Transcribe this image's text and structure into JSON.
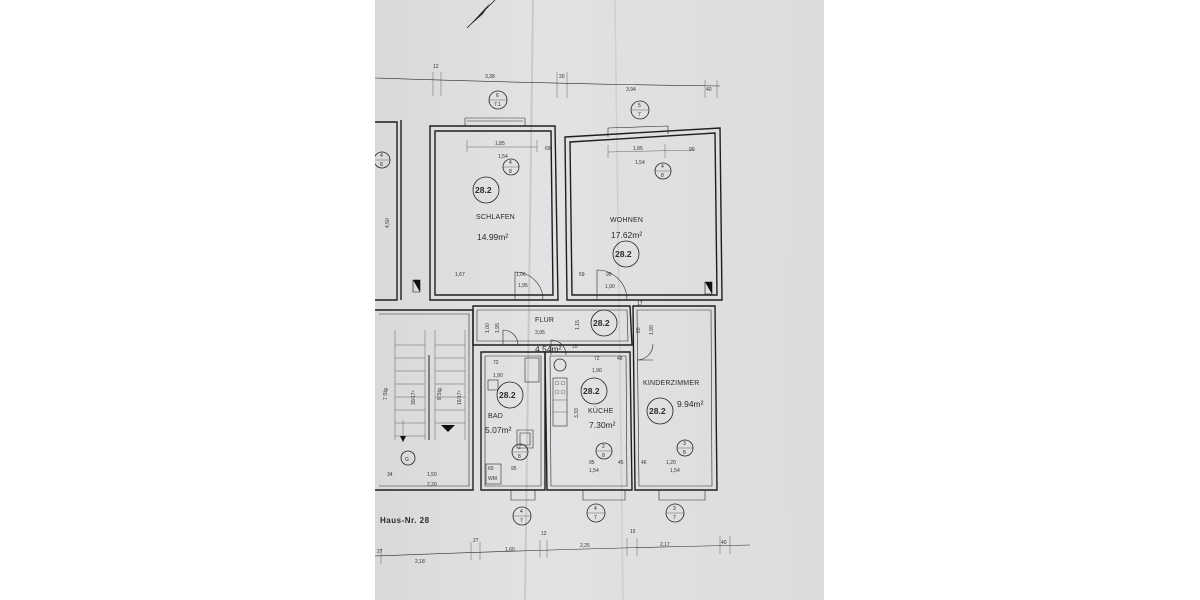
{
  "rooms": {
    "schlafen": {
      "name": "SCHLAFEN",
      "area": "14.99m²",
      "tag": "28.2",
      "width": "4,50"
    },
    "wohnen": {
      "name": "WOHNEN",
      "area": "17.62m²",
      "tag": "28.2"
    },
    "flur": {
      "name": "FLUR",
      "area": "4.54m²",
      "tag": "28.2",
      "length": "3,95"
    },
    "bad": {
      "name": "BAD",
      "area": "5.07m²",
      "tag": "28.2",
      "wm": "WM"
    },
    "kueche": {
      "name": "KÜCHE",
      "area": "7.30m²",
      "tag": "28.2",
      "depth": "3,33"
    },
    "kinderzimmer": {
      "name": "KINDERZIMMER",
      "area": "9.94m²",
      "tag": "28.2"
    }
  },
  "house_number": "Haus-Nr. 28",
  "stair": {
    "symbol": "G",
    "steps_a": "7 Stg.",
    "steps_b": "8 Stg.",
    "rise_a": "30/17⁸",
    "rise_b": "16/17⁸"
  },
  "top_dims": [
    "12",
    "3,38",
    "20",
    "3,94",
    "40"
  ],
  "bottom_dims": [
    "27",
    "2,18",
    "27",
    "1,60",
    "12",
    "2,25",
    "15",
    "2,17",
    "40"
  ],
  "window_dims": {
    "sch_top": "1,85",
    "sch_mid": "1,54",
    "sch_side": "69",
    "woh_top": "1,85",
    "woh_mid": "1,54",
    "woh_side": "90",
    "sch_bottom_a": "1,67",
    "sch_bottom_b": "1,06",
    "sch_bottom_c": "1,95",
    "woh_bottom_a": "59",
    "woh_bottom_b": "95",
    "woh_bottom_c": "1,90",
    "flur_a": "1,00",
    "flur_b": "1,95",
    "flur_c": "1,15",
    "flur_d": "10",
    "flur_e": "80",
    "flur_f": "1,90",
    "flur_g": "17",
    "bad_a": "72",
    "bad_b": "1,90",
    "bad_c": "1,50",
    "bad_d": "2,20",
    "bad_e": "60",
    "bad_f": "95",
    "bad_g": "34",
    "kue_a": "72",
    "kue_b": "1,90",
    "kue_c": "48",
    "kue_d": "95",
    "kue_e": "1,54",
    "kue_f": "45",
    "kin_a": "46",
    "kin_b": "1,20",
    "kin_c": "1,54"
  },
  "section_marks": {
    "top_left": {
      "num": "6",
      "den": "7.1"
    },
    "top_right": {
      "num": "5",
      "den": "7"
    },
    "sch_win": {
      "num": "4",
      "den": "8"
    },
    "woh_win": {
      "num": "4",
      "den": "8"
    },
    "left_win": {
      "num": "4",
      "den": "8"
    },
    "bad_win": {
      "num": "2",
      "den": "8"
    },
    "kue_win": {
      "num": "2",
      "den": "8"
    },
    "kin_win": {
      "num": "3",
      "den": "8"
    },
    "bottom_1": {
      "num": "4",
      "den": "7"
    },
    "bottom_2": {
      "num": "4",
      "den": "7"
    },
    "bottom_3": {
      "num": "3",
      "den": "7"
    }
  }
}
